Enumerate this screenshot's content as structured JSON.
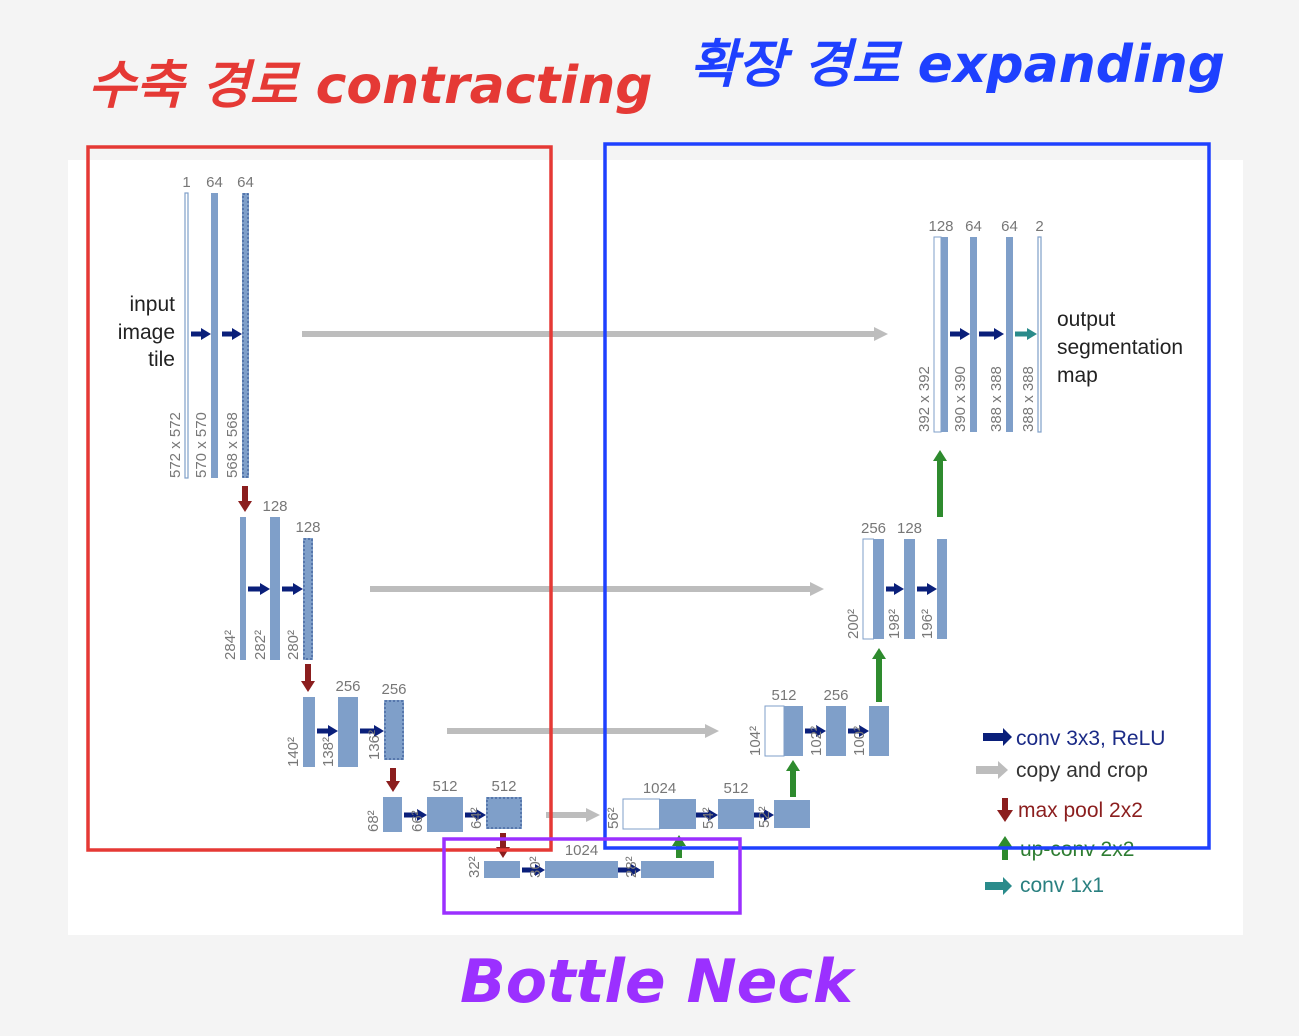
{
  "annotations": {
    "contracting": "수축 경로 contracting",
    "expanding": "확장 경로 expanding",
    "bottleneck": "Bottle Neck"
  },
  "io": {
    "input_lines": [
      "input",
      "image",
      "tile"
    ],
    "output_lines": [
      "output",
      "segmentation",
      "map"
    ]
  },
  "legend": [
    {
      "label": "conv 3x3, ReLU",
      "color": "#1a2a86",
      "icon": "arrow-right-icon"
    },
    {
      "label": "copy and crop",
      "color": "#333333",
      "icon": "arrow-right-icon"
    },
    {
      "label": "max pool 2x2",
      "color": "#8b1e1e",
      "icon": "arrow-down-icon"
    },
    {
      "label": "up-conv 2x2",
      "color": "#2e7d32",
      "icon": "arrow-up-icon"
    },
    {
      "label": "conv 1x1",
      "color": "#2a8080",
      "icon": "arrow-right-icon"
    }
  ],
  "colors": {
    "block": "#7f9fc9",
    "conv_arrow": "#0a1f7a",
    "copy_arrow": "#bdbdbd",
    "pool_arrow": "#8b1e1e",
    "up_arrow": "#2e8b2e",
    "onexone_arrow": "#2a8b8b",
    "contracting_box": "#e53935",
    "expanding_box": "#1e40ff",
    "bottleneck_box": "#9b30ff"
  },
  "blocks": [
    {
      "id": "c1a",
      "ch": "1",
      "size": "572 x 572"
    },
    {
      "id": "c1b",
      "ch": "64",
      "size": "570 x 570"
    },
    {
      "id": "c1c",
      "ch": "64",
      "size": "568 x 568"
    },
    {
      "id": "c2a",
      "ch": "",
      "size": "284²"
    },
    {
      "id": "c2b",
      "ch": "128",
      "size": "282²"
    },
    {
      "id": "c2c",
      "ch": "128",
      "size": "280²"
    },
    {
      "id": "c3a",
      "ch": "",
      "size": "140²"
    },
    {
      "id": "c3b",
      "ch": "256",
      "size": "138²"
    },
    {
      "id": "c3c",
      "ch": "256",
      "size": "136²"
    },
    {
      "id": "c4a",
      "ch": "",
      "size": "68²"
    },
    {
      "id": "c4b",
      "ch": "512",
      "size": "66²"
    },
    {
      "id": "c4c",
      "ch": "512",
      "size": "64²"
    },
    {
      "id": "b1",
      "ch": "",
      "size": "32²"
    },
    {
      "id": "b2",
      "ch": "1024",
      "size": "30²"
    },
    {
      "id": "b3",
      "ch": "",
      "size": "28²"
    },
    {
      "id": "e4a",
      "ch": "1024",
      "size": "56²"
    },
    {
      "id": "e4b",
      "ch": "512",
      "size": "54²"
    },
    {
      "id": "e4c",
      "ch": "",
      "size": "52²"
    },
    {
      "id": "e3a",
      "ch": "512",
      "size": "104²"
    },
    {
      "id": "e3b",
      "ch": "256",
      "size": "102²"
    },
    {
      "id": "e3c",
      "ch": "",
      "size": "100²"
    },
    {
      "id": "e2a",
      "ch": "256",
      "size": "200²"
    },
    {
      "id": "e2b",
      "ch": "128",
      "size": "198²"
    },
    {
      "id": "e2c",
      "ch": "",
      "size": "196²"
    },
    {
      "id": "e1a",
      "ch": "128",
      "size": "392 x 392"
    },
    {
      "id": "e1b",
      "ch": "64",
      "size": "390 x 390"
    },
    {
      "id": "e1c",
      "ch": "64",
      "size": "388 x 388"
    },
    {
      "id": "e1d",
      "ch": "2",
      "size": "388 x 388"
    }
  ]
}
